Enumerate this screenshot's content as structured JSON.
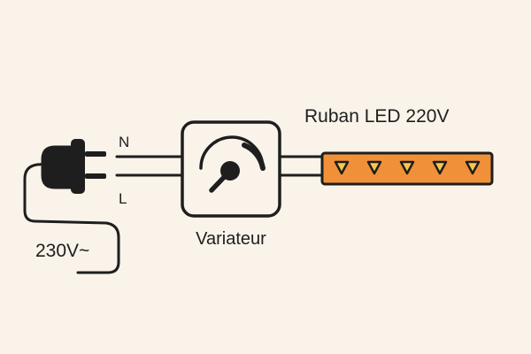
{
  "labels": {
    "neutral": "N",
    "live": "L",
    "mains_voltage": "230V~",
    "dimmer": "Variateur",
    "strip": "Ruban LED 220V"
  },
  "strip": {
    "led_count": 5
  },
  "colors": {
    "background": "#f9f3ea",
    "ink": "#1e1e1e",
    "strip_fill": "#f0913a",
    "led_fill": "#f6c94a"
  },
  "icons": {
    "plug": "plug-icon",
    "dimmer_knob": "dimmer-knob-icon",
    "led": "led-triangle-icon"
  }
}
